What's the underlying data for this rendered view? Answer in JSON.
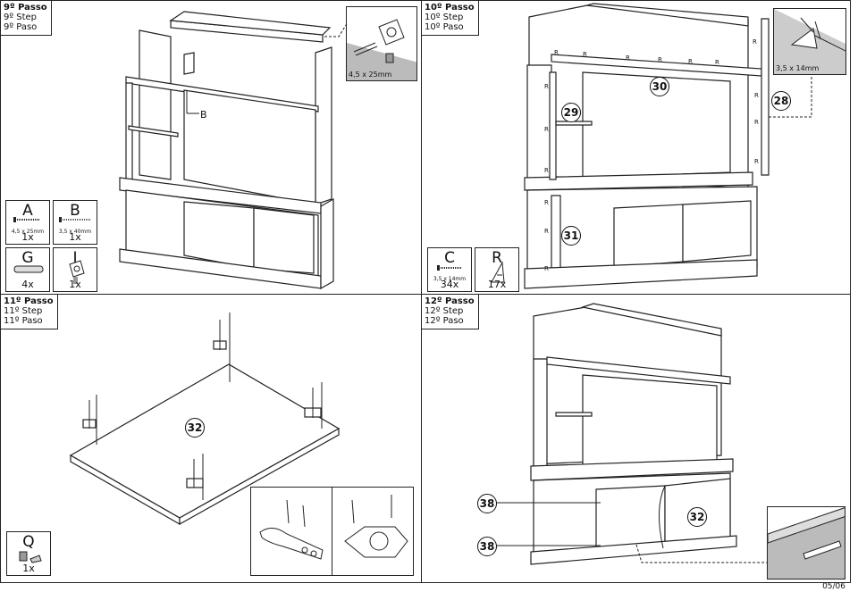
{
  "page_number": "05/06",
  "steps": [
    {
      "title": "9º Passo",
      "line2": "9º Step",
      "line3": "9º Paso"
    },
    {
      "title": "10º Passo",
      "line2": "10º Step",
      "line3": "10º Paso"
    },
    {
      "title": "11º Passo",
      "line2": "11º Step",
      "line3": "11º Paso"
    },
    {
      "title": "12º Passo",
      "line2": "12º Step",
      "line3": "12º Paso"
    }
  ],
  "parts": {
    "A": {
      "letter": "A",
      "spec": "4,5 x 25mm",
      "qty": "1x"
    },
    "B": {
      "letter": "B",
      "spec": "3,5 x 40mm",
      "qty": "1x"
    },
    "G": {
      "letter": "G",
      "qty": "4x"
    },
    "J": {
      "letter": "J",
      "qty": "1x"
    },
    "C": {
      "letter": "C",
      "spec": "3,5 x 14mm",
      "qty": "34x"
    },
    "R": {
      "letter": "R",
      "qty": "17x"
    },
    "Q": {
      "letter": "Q",
      "qty": "1x"
    }
  },
  "insets": {
    "step9_screw": "4,5 x 25mm",
    "step10_screw": "3,5 x 14mm"
  },
  "callouts": {
    "step9_label": "B",
    "n28": "28",
    "n29": "29",
    "n30": "30",
    "n31": "31",
    "n32": "32",
    "n32b": "32",
    "n38a": "38",
    "n38b": "38",
    "r": "R"
  }
}
